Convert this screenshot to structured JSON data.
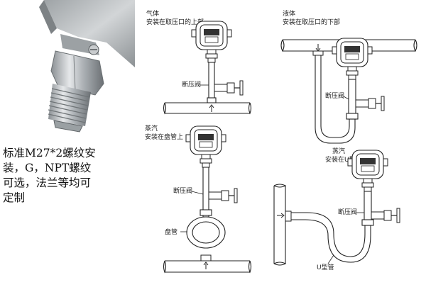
{
  "caption": {
    "lines": [
      "标准M27*2螺纹安",
      "装，G，NPT螺纹",
      "可选，法兰等均可",
      "定制"
    ]
  },
  "diagrams": {
    "gas": {
      "medium": "气体",
      "instruction": "安装在取压口的上部",
      "valve": "断压阀"
    },
    "liquid": {
      "medium": "液体",
      "instruction": "安装在取压口的下部",
      "valve": "断压阀"
    },
    "steam_coil": {
      "medium": "蒸汽",
      "instruction": "安装在盘管上",
      "valve": "断压阀",
      "coil": "盘管"
    },
    "steam_u": {
      "medium": "蒸汽",
      "instruction": "安装在U型管上",
      "valve": "断压阀",
      "u_tube": "U型管"
    }
  },
  "colors": {
    "line": "#222222",
    "photo_body": "#b8bcbf",
    "photo_dark": "#5a5f63"
  }
}
